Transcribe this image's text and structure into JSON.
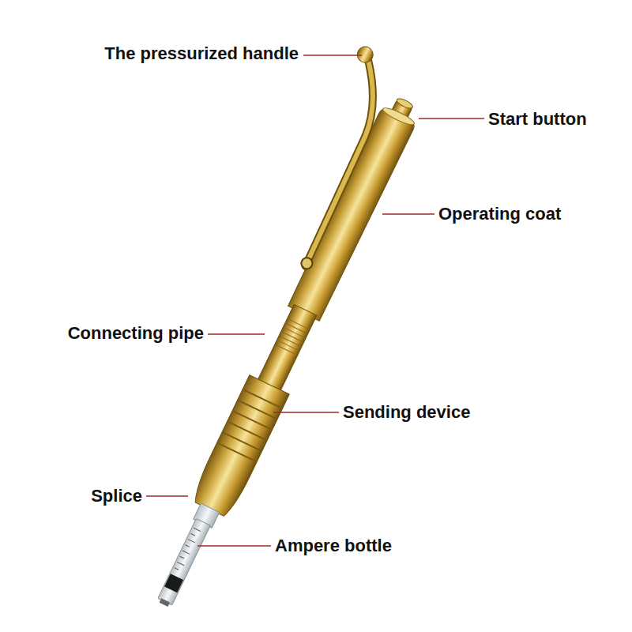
{
  "diagram": {
    "labels": [
      "The pressurized handle",
      "Start button",
      "Operating coat",
      "Connecting pipe",
      "Sending device",
      "Splice",
      "Ampere bottle"
    ]
  }
}
